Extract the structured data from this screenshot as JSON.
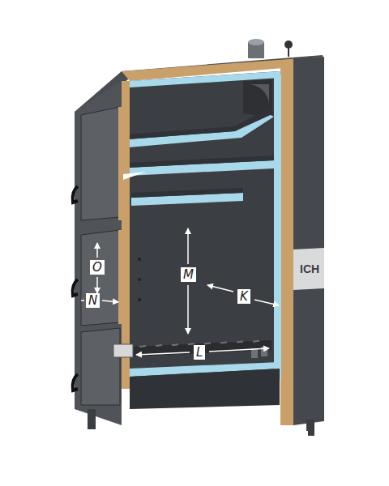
{
  "diagram": {
    "labels": [
      "O",
      "N",
      "M",
      "K",
      "L",
      "ICH"
    ]
  }
}
